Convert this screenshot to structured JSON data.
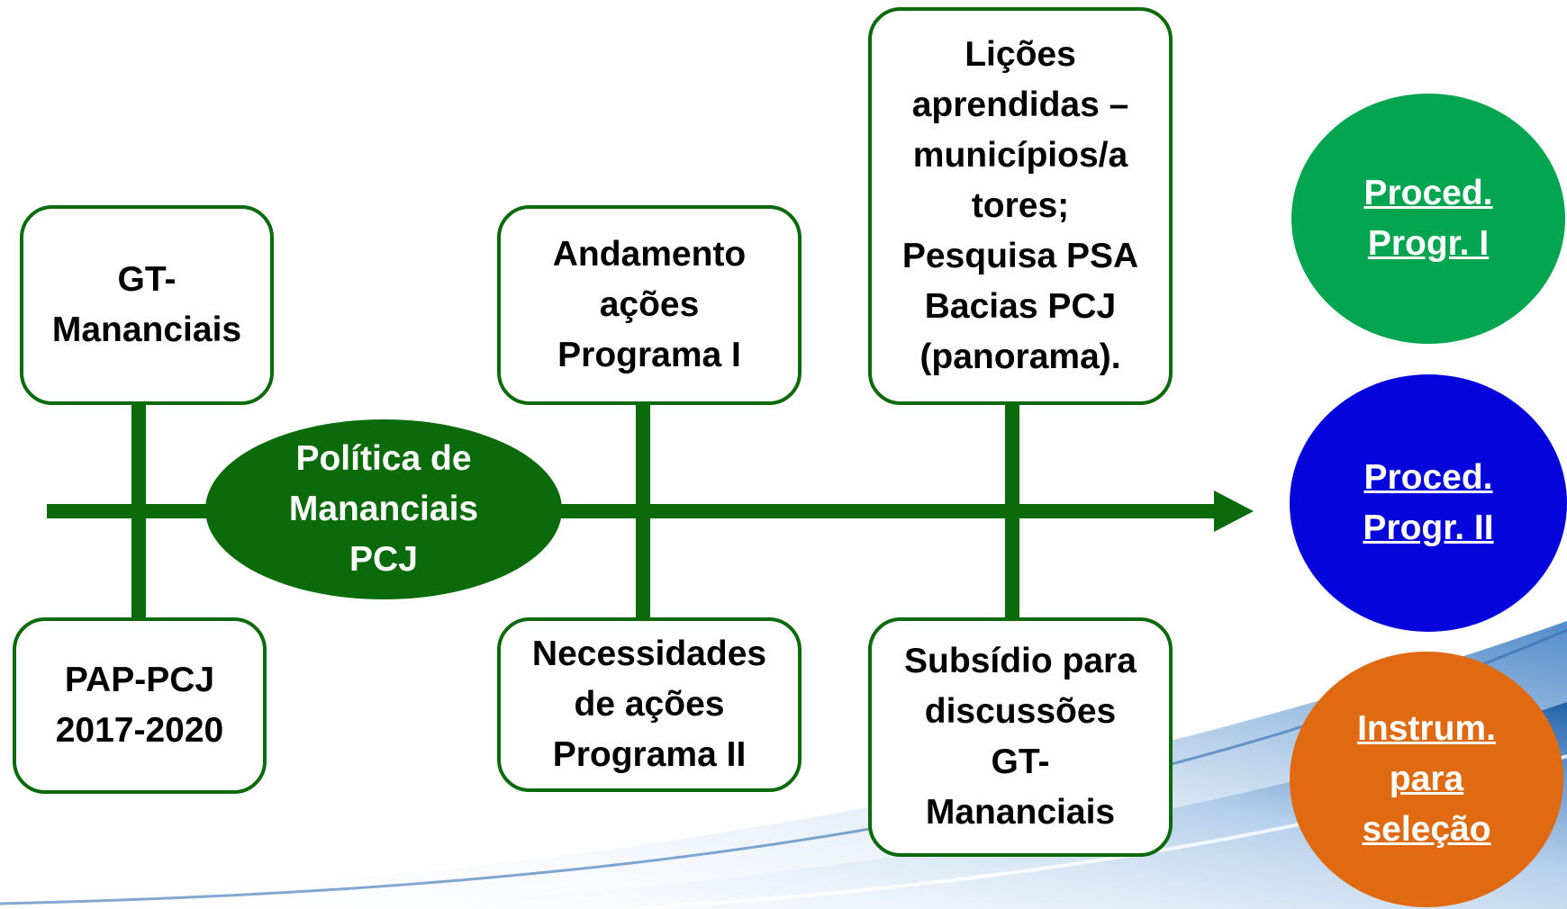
{
  "colors": {
    "line": "#0b6b0b",
    "ellipse": "#0b6b0b",
    "circle_top": "#04a550",
    "circle_middle": "#0606dc",
    "circle_bottom": "#e06a12"
  },
  "center": {
    "label": "Política de\nMananciais\nPCJ"
  },
  "boxes": {
    "gt_mananciais": "GT-\nMananciais",
    "pap_pcj": "PAP-PCJ\n2017-2020",
    "andamento": "Andamento\nações\nPrograma I",
    "necessidades": "Necessidades\nde ações\nPrograma II",
    "licoes": "Lições\naprendidas –\nmunicípios/a\ntores;\nPesquisa PSA\nBacias PCJ\n(panorama).",
    "subsidio": "Subsídio para\ndiscussões\nGT-\nMananciais"
  },
  "links": {
    "proced_progr_1": "Proced.\nProgr. I",
    "proced_progr_2": "Proced.\nProgr. II",
    "instrum_selecao": "Instrum.\npara\nseleção"
  }
}
